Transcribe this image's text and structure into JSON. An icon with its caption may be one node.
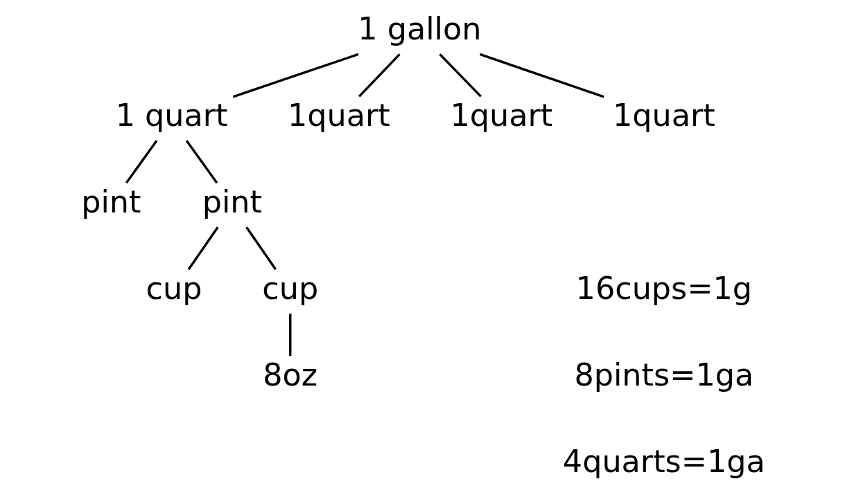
{
  "diagram": {
    "nodes": [
      {
        "text": [
          "1 gallon"
        ]
      },
      {
        "text": [
          "1 quart"
        ]
      },
      {
        "text": [
          "1quart"
        ]
      },
      {
        "text": [
          "1quart"
        ]
      },
      {
        "text": [
          "1quart"
        ]
      },
      {
        "text": [
          "pint"
        ]
      },
      {
        "text": [
          "pint"
        ]
      },
      {
        "text": [
          "cup"
        ]
      },
      {
        "text": [
          "cup"
        ]
      },
      {
        "text": [
          "8oz"
        ]
      }
    ],
    "edges": [
      {
        "from": 0,
        "to": 1,
        "arrow": "none"
      },
      {
        "from": 0,
        "to": 2,
        "arrow": "none"
      },
      {
        "from": 0,
        "to": 3,
        "arrow": "none"
      },
      {
        "from": 0,
        "to": 4,
        "arrow": "none"
      },
      {
        "from": 1,
        "to": 5,
        "arrow": "none"
      },
      {
        "from": 1,
        "to": 6,
        "arrow": "none"
      },
      {
        "from": 6,
        "to": 7,
        "arrow": "none"
      },
      {
        "from": 6,
        "to": 8,
        "arrow": "none"
      },
      {
        "from": 8,
        "to": 9,
        "arrow": "none"
      }
    ],
    "labels": [
      "16cups=1g",
      "8pints=1ga",
      "4quarts=1ga"
    ]
  }
}
